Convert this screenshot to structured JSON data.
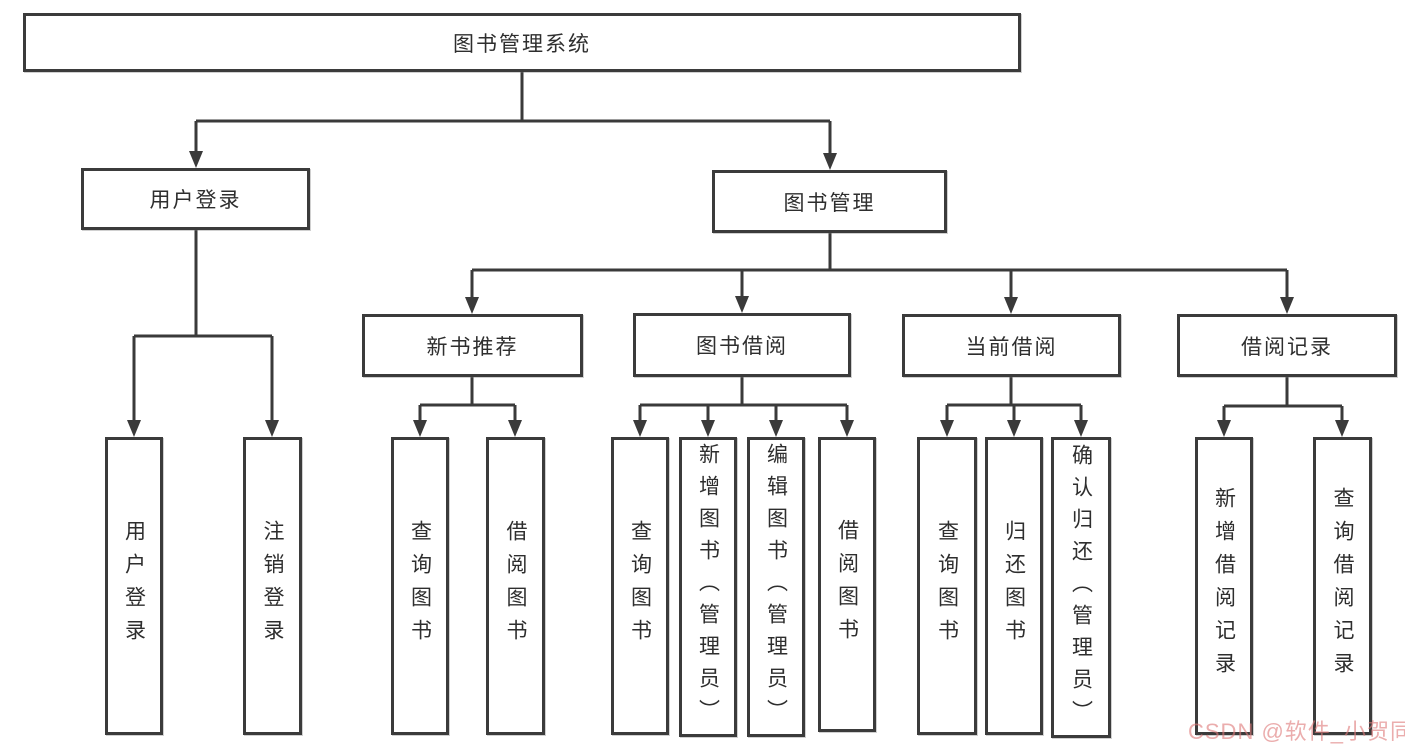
{
  "diagram": {
    "tree": {
      "label": "图书管理系统",
      "children": [
        {
          "label": "用户登录",
          "children": [
            {
              "label": "用户登录"
            },
            {
              "label": "注销登录"
            }
          ]
        },
        {
          "label": "图书管理",
          "children": [
            {
              "label": "新书推荐",
              "children": [
                {
                  "label": "查询图书"
                },
                {
                  "label": "借阅图书"
                }
              ]
            },
            {
              "label": "图书借阅",
              "children": [
                {
                  "label": "查询图书"
                },
                {
                  "label": "新增图书（管理员）"
                },
                {
                  "label": "编辑图书（管理员）"
                },
                {
                  "label": "借阅图书"
                }
              ]
            },
            {
              "label": "当前借阅",
              "children": [
                {
                  "label": "查询图书"
                },
                {
                  "label": "归还图书"
                },
                {
                  "label": "确认归还（管理员）"
                }
              ]
            },
            {
              "label": "借阅记录",
              "children": [
                {
                  "label": "新增借阅记录"
                },
                {
                  "label": "查询借阅记录"
                }
              ]
            }
          ]
        }
      ]
    },
    "watermark": "CSDN @软件_小贺同学",
    "colors": {
      "line": "#3a3a3a",
      "box_border": "#3b3b3b",
      "text": "#2e2e2e",
      "watermark": "#de7a7a",
      "background": "#ffffff"
    }
  }
}
